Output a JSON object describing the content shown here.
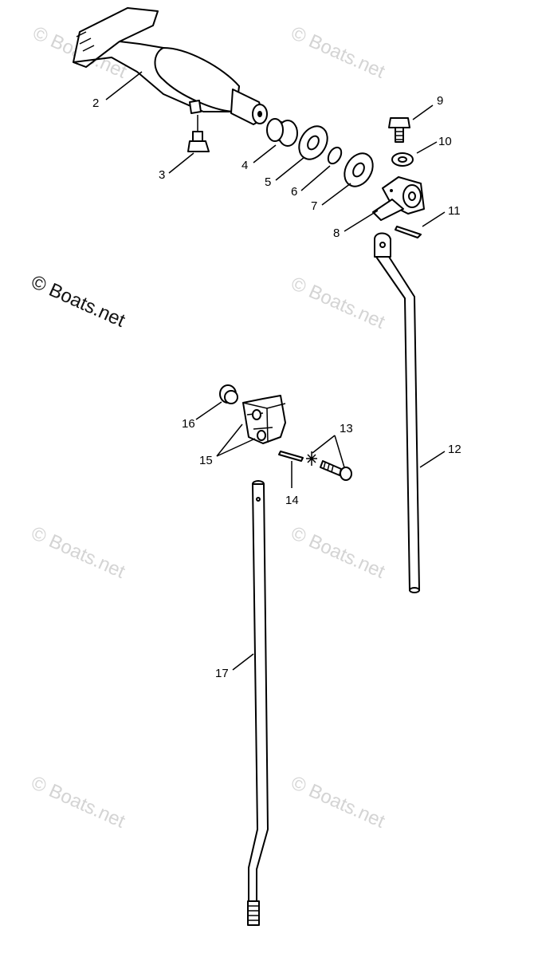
{
  "watermark": {
    "text": "© Boats.net"
  },
  "callouts": [
    {
      "id": "2",
      "label": "2"
    },
    {
      "id": "3",
      "label": "3"
    },
    {
      "id": "4",
      "label": "4"
    },
    {
      "id": "5",
      "label": "5"
    },
    {
      "id": "6",
      "label": "6"
    },
    {
      "id": "7",
      "label": "7"
    },
    {
      "id": "8",
      "label": "8"
    },
    {
      "id": "9",
      "label": "9"
    },
    {
      "id": "10",
      "label": "10"
    },
    {
      "id": "11",
      "label": "11"
    },
    {
      "id": "12",
      "label": "12"
    },
    {
      "id": "13",
      "label": "13"
    },
    {
      "id": "14",
      "label": "14"
    },
    {
      "id": "15",
      "label": "15"
    },
    {
      "id": "16",
      "label": "16"
    },
    {
      "id": "17",
      "label": "17"
    }
  ]
}
